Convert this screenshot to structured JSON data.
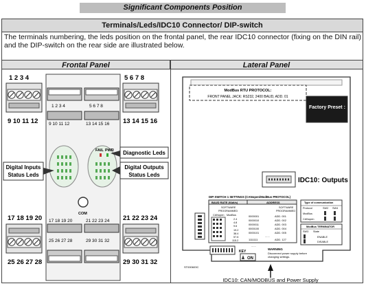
{
  "page_title": "Significant Components Position",
  "section_title": "Terminals/Leds/IDC10 Connector/ DIP-switch",
  "description": "The terminals numbering, the leds position on the frontal panel, the rear IDC10 connector (fixing on the DIN rail) and the DIP-switch on the rear side are illustrated below.",
  "frontal": {
    "title": "Frontal Panel",
    "terminals_tl": "1 2 3 4",
    "terminals_bl_top": "9 10 11 12",
    "terminals_tr": "5 6 7 8",
    "terminals_br_top": "13 14 15 16",
    "terminals_l2": "17 18 19 20",
    "terminals_l2_bottom": "25 26 27 28",
    "terminals_r2": "21 22 23 24",
    "terminals_r2_bottom": "29 30 31 32",
    "center_top_a": "1 2 3 4",
    "center_top_b": "5 6 7 8",
    "center_row_a": "9 10 11 12",
    "center_row_b": "13 14 15 16",
    "center_low_a1": "17 18 19 20",
    "center_low_a2": "21 22 23 24",
    "center_low_b1": "25 26 27 28",
    "center_low_b2": "29 30 31 32",
    "label_digital_inputs": "Digital Inputs\nStatus Leds",
    "label_digital_inputs_1": "Digital Inputs",
    "label_digital_inputs_2": "Status Leds",
    "label_diagnostic": "Diagnostic Leds",
    "label_digital_outputs_1": "Digital Outputs",
    "label_digital_outputs_2": "Status Leds",
    "label_fail": "FAIL",
    "label_pwr": "PWR",
    "label_com": "COM"
  },
  "lateral": {
    "title": "Lateral Panel",
    "modbus_title": "ModBus RTU PROTOCOL:",
    "modbus_detail": "FRONT PANEL JACK: RS232, 2400 BAUD, ADD. 01",
    "factory_preset": "Factory Preset :",
    "idc10_outputs": "IDC10: Outputs",
    "dip_title": "DIP-SWITCH 1 SETTINGS (CANopen/ModBus PROTOCOL)",
    "baud_rate": "BAUD RATE (Kbit/s)",
    "address": "ADDRESS",
    "software": "SOFTWARE",
    "programmed": "PROGRAMMED",
    "canopen": "CANopen",
    "modbus": "ModBus",
    "rates": [
      "2.4",
      "4.8",
      "9.6",
      "19.2",
      "38.4",
      "57.6",
      "115.2"
    ],
    "codes": [
      "0000001",
      "0000010",
      "0000011",
      "0000100",
      "0000101",
      "1111111"
    ],
    "addrs": [
      "ADD. 001",
      "ADD. 002",
      "ADD. 003",
      "ADD. 004",
      "ADD. 005",
      "ADD. 127"
    ],
    "type_comm": "Type of communication",
    "protocol": "Protocol",
    "sw2": "SW2",
    "sw4": "SW4",
    "proto_modbus": "ModBus",
    "proto_canopen": "CANopen",
    "modbus_terminator": "ModBus TERMINATOR",
    "sw3": "SW3",
    "state": "State",
    "enable": "ENABLE",
    "disable": "DISABLE",
    "dots": "......",
    "key": "KEY",
    "on": "ON",
    "warning_title": "WARNING",
    "warning_text_1": "Disconnect power supply before",
    "warning_text_2": "changing settings.",
    "part_code": "ST000603C",
    "caption": "IDC10: CAN/MODBUS and Power Supply"
  }
}
